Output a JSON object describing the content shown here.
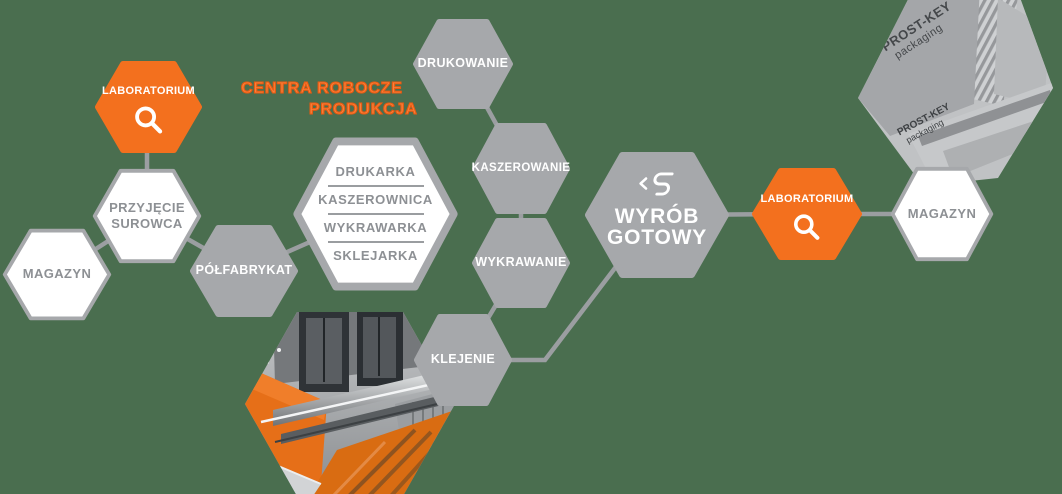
{
  "colors": {
    "background": "#4a6e4f",
    "hex_orange": "#f3701e",
    "hex_gray": "#a6a8ab",
    "hex_white_border": "#a6a8ab",
    "connector_gray": "#9b9ea1",
    "label_gray": "#8d9094",
    "heading_orange": "#f6833f"
  },
  "heading": {
    "line1": "CENTRA ROBOCZE",
    "line2": "PRODUKCJA"
  },
  "nodes": {
    "magazyn_in": {
      "label": "MAGAZYN"
    },
    "przyjecie_surowca": {
      "line1": "PRZYJĘCIE",
      "line2": "SUROWCA"
    },
    "laboratorium_in": {
      "label": "LABORATORIUM"
    },
    "polfabrykat": {
      "label": "PÓŁFABRYKAT"
    },
    "centra_robocze": {
      "machines": [
        "DRUKARKA",
        "KASZEROWNICA",
        "WYKRAWARKA",
        "SKLEJARKA"
      ]
    },
    "drukowanie": {
      "label": "DRUKOWANIE"
    },
    "kaszerowanie": {
      "label": "KASZEROWANIE"
    },
    "wykrawanie": {
      "label": "WYKRAWANIE"
    },
    "klejenie": {
      "label": "KLEJENIE"
    },
    "wyrob_gotowy": {
      "line1": "WYRÓB",
      "line2": "GOTOWY"
    },
    "laboratorium_out": {
      "label": "LABORATORIUM"
    },
    "magazyn_out": {
      "label": "MAGAZYN"
    }
  },
  "icons": {
    "laboratorium": "magnifier-icon",
    "wyrob_gotowy": "package-icon"
  },
  "photos": {
    "packaging": {
      "brand_line1": "PROST-KEY",
      "brand_line2": "packaging"
    }
  }
}
